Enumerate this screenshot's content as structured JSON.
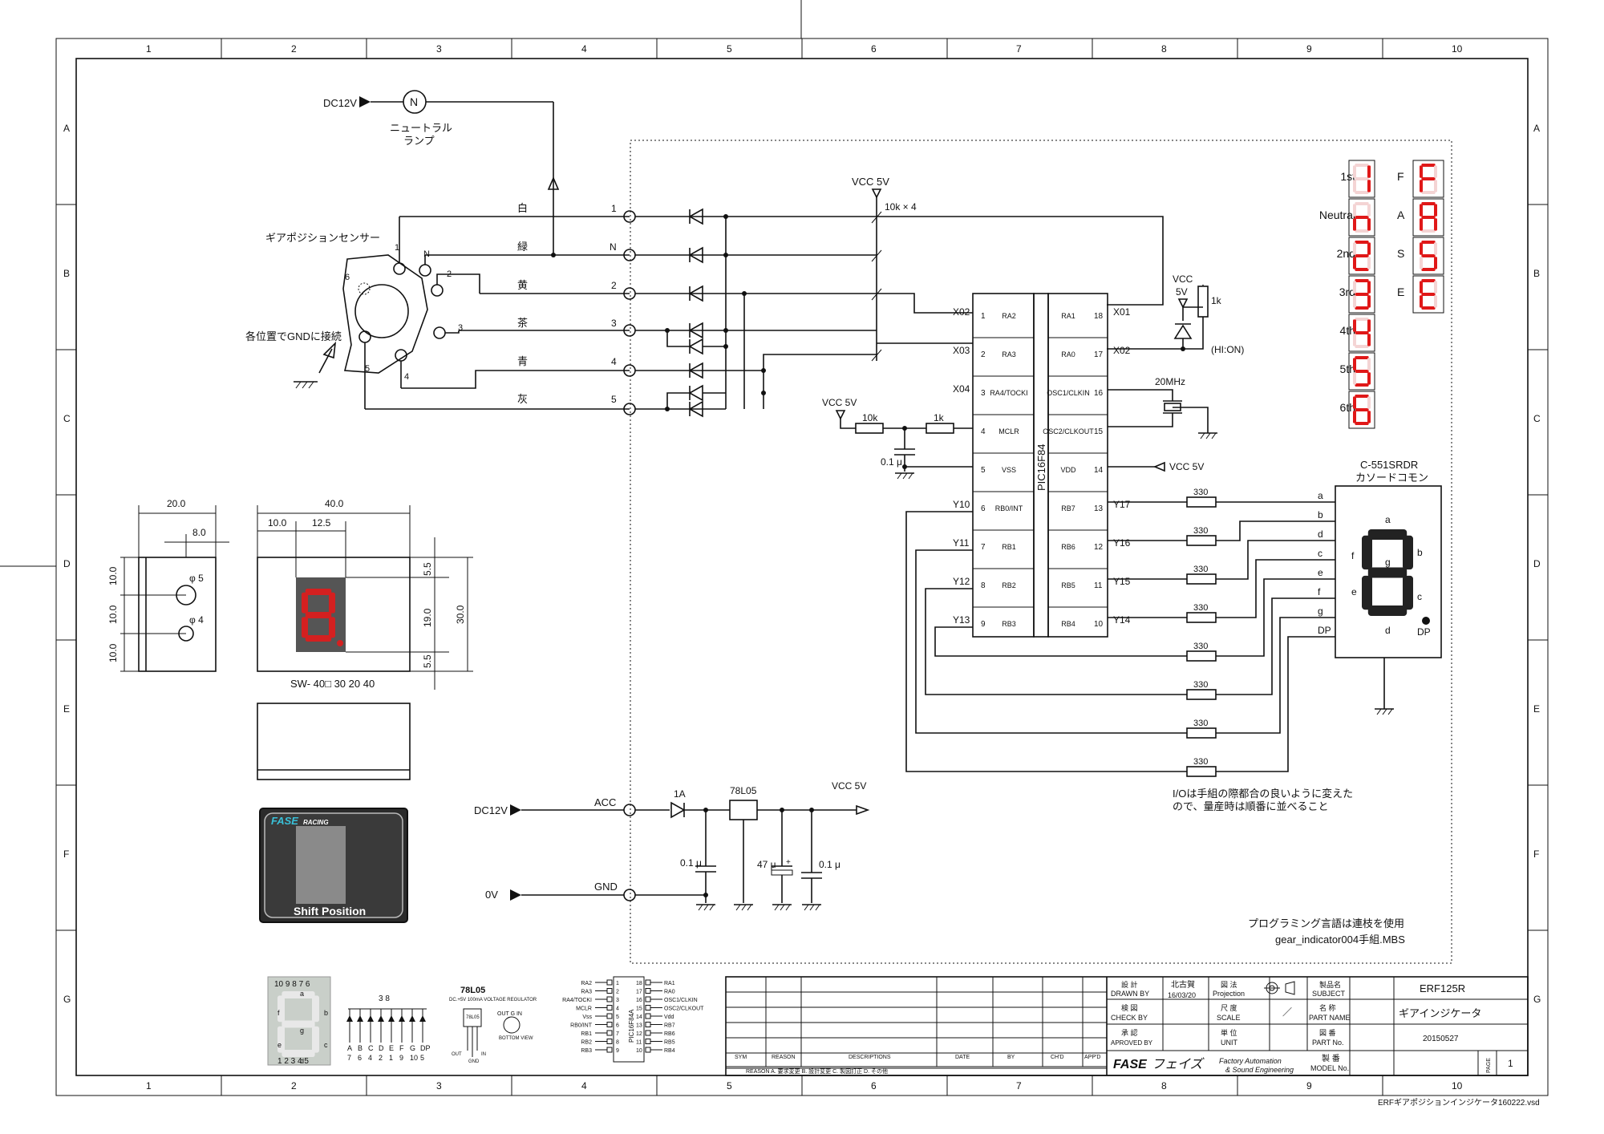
{
  "grid": {
    "cols": [
      "1",
      "2",
      "3",
      "4",
      "5",
      "6",
      "7",
      "8",
      "9",
      "10"
    ],
    "rows": [
      "A",
      "B",
      "C",
      "D",
      "E",
      "F",
      "G"
    ]
  },
  "lamp": {
    "supply": "DC12V",
    "symbol": "N",
    "label1": "ニュートラル",
    "label2": "ランプ"
  },
  "sensor": {
    "title": "ギアポジションセンサー",
    "ground_note": "各位置でGNDに接続",
    "pins": [
      "1",
      "N",
      "2",
      "3",
      "4",
      "5",
      "6"
    ]
  },
  "wires": [
    {
      "color": "白",
      "pin": "1"
    },
    {
      "color": "緑",
      "pin": "N"
    },
    {
      "color": "黄",
      "pin": "2"
    },
    {
      "color": "茶",
      "pin": "3"
    },
    {
      "color": "青",
      "pin": "4"
    },
    {
      "color": "灰",
      "pin": "5"
    }
  ],
  "vcc": {
    "top": "VCC 5V",
    "resistors": "10k × 4",
    "pullup_vcc1": "VCC",
    "pullup_vcc2": "5V",
    "pullup_r": "1k",
    "hi_on": "(HI:ON)",
    "mclr_vcc": "VCC 5V",
    "r10k": "10k",
    "r1k": "1k",
    "cap": "0.1 μ",
    "vdd_vcc": "VCC 5V"
  },
  "mcu": {
    "name": "PIC16F84",
    "left_pins": [
      {
        "n": "1",
        "name": "RA2",
        "net": "X02"
      },
      {
        "n": "2",
        "name": "RA3",
        "net": "X03"
      },
      {
        "n": "3",
        "name": "RA4/TOCKI",
        "net": "X04"
      },
      {
        "n": "4",
        "name": "MCLR",
        "net": ""
      },
      {
        "n": "5",
        "name": "VSS",
        "net": ""
      },
      {
        "n": "6",
        "name": "RB0/INT",
        "net": "Y10"
      },
      {
        "n": "7",
        "name": "RB1",
        "net": "Y11"
      },
      {
        "n": "8",
        "name": "RB2",
        "net": "Y12"
      },
      {
        "n": "9",
        "name": "RB3",
        "net": "Y13"
      }
    ],
    "right_pins": [
      {
        "n": "18",
        "name": "RA1",
        "net": "X01"
      },
      {
        "n": "17",
        "name": "RA0",
        "net": "X02"
      },
      {
        "n": "16",
        "name": "OSC1/CLKIN",
        "net": ""
      },
      {
        "n": "15",
        "name": "OSC2/CLKOUT",
        "net": ""
      },
      {
        "n": "14",
        "name": "VDD",
        "net": ""
      },
      {
        "n": "13",
        "name": "RB7",
        "net": "Y17"
      },
      {
        "n": "12",
        "name": "RB6",
        "net": "Y16"
      },
      {
        "n": "11",
        "name": "RB5",
        "net": "Y15"
      },
      {
        "n": "10",
        "name": "RB4",
        "net": "Y14"
      }
    ],
    "crystal": "20MHz"
  },
  "seg_resistor": "330",
  "display": {
    "part": "C-551SRDR",
    "type": "カソードコモン",
    "segs": [
      "a",
      "b",
      "d",
      "c",
      "e",
      "f",
      "g",
      "DP"
    ],
    "seg_labels": {
      "a": "a",
      "b": "b",
      "c": "c",
      "d": "d",
      "e": "e",
      "f": "f",
      "g": "g",
      "dp": "DP"
    }
  },
  "gear_table": {
    "gears": [
      {
        "label": "1st",
        "glyph": "1"
      },
      {
        "label": "Neutral",
        "glyph": "n"
      },
      {
        "label": "2nd",
        "glyph": "2"
      },
      {
        "label": "3rd",
        "glyph": "3"
      },
      {
        "label": "4th",
        "glyph": "4"
      },
      {
        "label": "5th",
        "glyph": "5"
      },
      {
        "label": "6th",
        "glyph": "6"
      }
    ],
    "fase": [
      {
        "label": "F",
        "glyph": "F"
      },
      {
        "label": "A",
        "glyph": "A"
      },
      {
        "label": "S",
        "glyph": "S"
      },
      {
        "label": "E",
        "glyph": "E"
      }
    ]
  },
  "io_note": [
    "I/Oは手組の際都合の良いように変えた",
    "ので、量産時は順番に並べること"
  ],
  "power": {
    "dc": "DC12V",
    "acc": "ACC",
    "gnd": "GND",
    "ov": "0V",
    "diode": "1A",
    "reg": "78L05",
    "out": "VCC 5V",
    "c1": "0.1 μ",
    "c2": "47 μ",
    "c3": "0.1 μ",
    "plus": "+"
  },
  "dims": {
    "d20": "20.0",
    "d8": "8.0",
    "d10a": "10.0",
    "d10b": "10.0",
    "d10c": "10.0",
    "phi5": "φ 5",
    "phi4": "φ 4",
    "d40": "40.0",
    "d10": "10.0",
    "d125": "12.5",
    "d55a": "5.5",
    "d19": "19.0",
    "d30": "30.0",
    "d55b": "5.5",
    "model": "SW- 40□ 30 20 40"
  },
  "panel": {
    "brand": "FASE",
    "racing": "RACING",
    "caption": "Shift Position"
  },
  "prog_note": [
    "プログラミング言語は連枝を使用",
    "gear_indicator004手組.MBS"
  ],
  "thumbs": {
    "seg_pins_top": "10 9 8 7 6",
    "seg_pins_bot": "1 2 3 4 5",
    "seg_letters": [
      "a",
      "b",
      "c",
      "d",
      "e",
      "f",
      "g"
    ],
    "common": "3 8",
    "diode_letters": [
      "A",
      "B",
      "C",
      "D",
      "E",
      "F",
      "G",
      "DP"
    ],
    "diode_pins": [
      "7",
      "6",
      "4",
      "2",
      "1",
      "9",
      "10",
      "5"
    ],
    "reg_title": "78L05",
    "reg_desc": "DC.+5V 100mA VOLTAGE REGULATOR",
    "reg_body": "78L05",
    "reg_pins": [
      "OUT",
      "GND",
      "IN"
    ],
    "reg_bottom": "OUT G IN",
    "reg_view": "BOTTOM VIEW",
    "pic_name": "PIC16F84A",
    "pic_left": [
      [
        "RA2",
        "1"
      ],
      [
        "RA3",
        "2"
      ],
      [
        "RA4/TOCKI",
        "3"
      ],
      [
        "MCLR",
        "4"
      ],
      [
        "Vss",
        "5"
      ],
      [
        "RB0/INT",
        "6"
      ],
      [
        "RB1",
        "7"
      ],
      [
        "RB2",
        "8"
      ],
      [
        "RB3",
        "9"
      ]
    ],
    "pic_right": [
      [
        "18",
        "RA1"
      ],
      [
        "17",
        "RA0"
      ],
      [
        "16",
        "OSC1/CLKIN"
      ],
      [
        "15",
        "OSC2/CLKOUT"
      ],
      [
        "14",
        "Vdd"
      ],
      [
        "13",
        "RB7"
      ],
      [
        "12",
        "RB6"
      ],
      [
        "11",
        "RB5"
      ],
      [
        "10",
        "RB4"
      ]
    ]
  },
  "title_block": {
    "rev_headers": [
      "SYM",
      "REASON",
      "DESCRIPTIONS",
      "DATE",
      "BY",
      "CH'D",
      "APP'D"
    ],
    "reason_legend": "REASON A. 要求変更  B. 設計変更  C. 製図訂正  D. その他",
    "drawn_jp": "設 計",
    "drawn_en": "DRAWN BY",
    "drawn_val": "北古賀",
    "date_val": "16/03/20",
    "check_jp": "検 図",
    "check_en": "CHECK BY",
    "approved_jp": "承 認",
    "approved_en": "APROVED BY",
    "proj_jp": "図 法",
    "proj_en": "Projection",
    "scale_jp": "尺 度",
    "scale_en": "SCALE",
    "scale_val": "／",
    "unit_jp": "単 位",
    "unit_en": "UNIT",
    "subject_jp": "製品名",
    "subject_en": "SUBJECT",
    "subject_val": "ERF125R",
    "pname_jp": "名 称",
    "pname_en": "PART NAME",
    "pname_val": "ギアインジケータ",
    "pno_jp": "図 番",
    "pno_en": "PART No.",
    "pno_val": "20150527",
    "model_jp": "製 番",
    "model_en": "MODEL No.",
    "company_logo": "FASE",
    "company_jp": "フェイズ",
    "company_en1": "Factory Automation",
    "company_en2": "& Sound Engineering",
    "page_label": "PAGE",
    "page_val": "1"
  },
  "filename": "ERFギアポジションインジケータ160222.vsd"
}
